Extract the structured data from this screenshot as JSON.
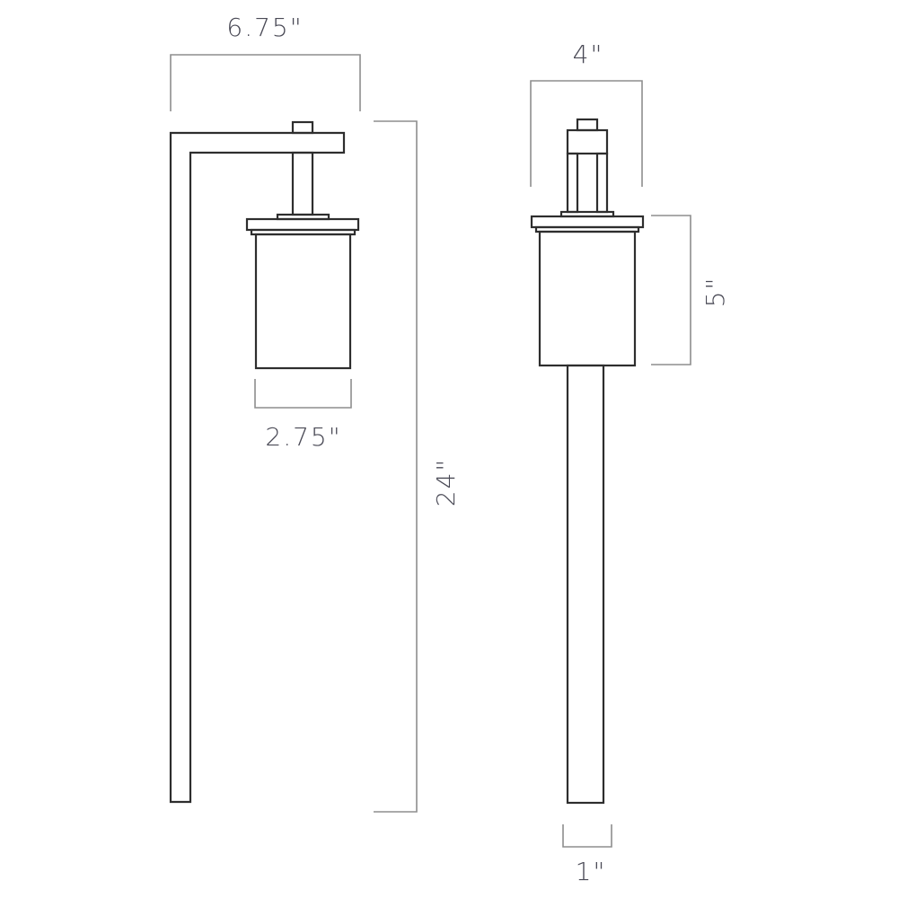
{
  "diagram": {
    "type": "technical-dimension-drawing",
    "subject": "path light fixture (side and front elevations)",
    "views": [
      {
        "name": "side-view",
        "description": "L-shaped post with hanging cylindrical lantern"
      },
      {
        "name": "front-view",
        "description": "straight stake post with cylindrical lantern on top"
      }
    ],
    "dimensions": {
      "overall_width": "6.75\"",
      "shade_diameter": "2.75\"",
      "overall_height": "24\"",
      "top_width": "4\"",
      "shade_height": "5\"",
      "post_width": "1\""
    },
    "colors": {
      "line": "#2e2e2e",
      "dimension_line": "#8e8e8e",
      "label": "#4a4a56",
      "background": "#ffffff"
    }
  }
}
